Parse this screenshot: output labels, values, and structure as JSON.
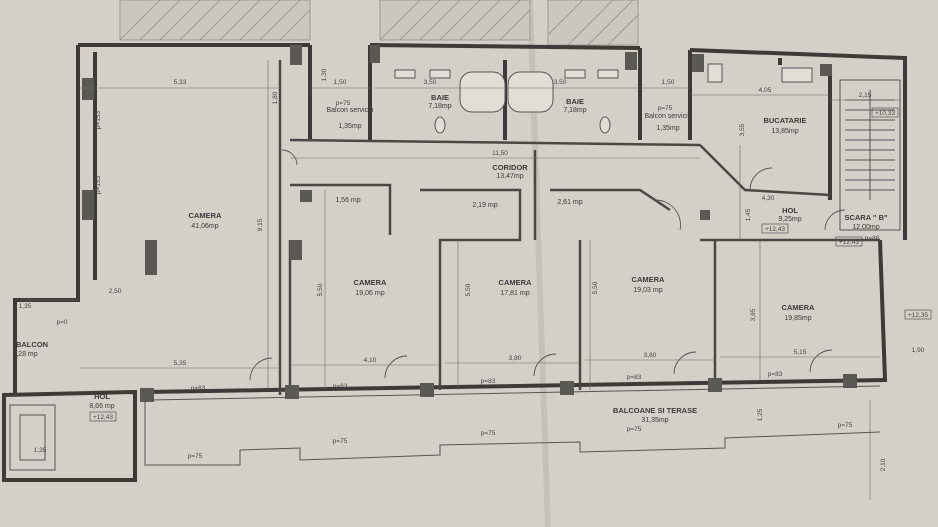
{
  "rooms": [
    {
      "id": "camera1",
      "name": "CAMERA",
      "area": "41,06mp"
    },
    {
      "id": "balcon-serviciu1",
      "name": "Balcon serviciu",
      "area": "1,35mp"
    },
    {
      "id": "baie1",
      "name": "BAIE",
      "area": "7,18mp"
    },
    {
      "id": "baie2",
      "name": "BAIE",
      "area": "7,18mp"
    },
    {
      "id": "balcon-serviciu2",
      "name": "Balcon serviciu",
      "area": "1,35mp"
    },
    {
      "id": "bucatarie",
      "name": "BUCATARIE",
      "area": "13,85mp"
    },
    {
      "id": "coridor",
      "name": "CORIDOR",
      "area": "13,47mp"
    },
    {
      "id": "hol1",
      "name": "HOL",
      "area": "9,25mp"
    },
    {
      "id": "scara",
      "name": "SCARA \" B\"",
      "area": "12,00mp"
    },
    {
      "id": "camera2",
      "name": "CAMERA",
      "area": "19,06 mp"
    },
    {
      "id": "camera3",
      "name": "CAMERA",
      "area": "17,81 mp"
    },
    {
      "id": "camera4",
      "name": "CAMERA",
      "area": "19,03 mp"
    },
    {
      "id": "camera5",
      "name": "CAMERA",
      "area": "19,85mp"
    },
    {
      "id": "balcon",
      "name": "BALCON",
      "area": "3,28 mp"
    },
    {
      "id": "hol2",
      "name": "HOL",
      "area": "8,66 mp"
    },
    {
      "id": "balcoane",
      "name": "BALCOANE SI TERASE",
      "area": "31,35mp"
    },
    {
      "id": "closet1",
      "name": "",
      "area": "1,56 mp"
    },
    {
      "id": "closet2",
      "name": "",
      "area": "2,19 mp"
    },
    {
      "id": "closet3",
      "name": "",
      "area": "2,61 mp"
    }
  ],
  "dimensions": {
    "top": [
      "5,33",
      "1,50",
      "3,50",
      "3,50",
      "1,50",
      "4,05",
      "2,15"
    ],
    "bottom": [
      "5,35",
      "4,10",
      "3,80",
      "3,80",
      "5,15",
      "1,90"
    ],
    "coridor_length": "11,50",
    "heights": [
      "9,15",
      "5,50",
      "5,50",
      "5,50",
      "3,95",
      "3,55",
      "1,45",
      "4,30",
      "2,50",
      "1,35",
      "1,35",
      "1,25",
      "1,30",
      "1,80",
      "2,10"
    ]
  },
  "window_labels": [
    "p=153",
    "p=153",
    "p=75",
    "p=75",
    "p=83",
    "p=83",
    "p=83",
    "p=83",
    "p=83",
    "p=75",
    "p=75",
    "p=75",
    "p=75",
    "p=75",
    "p=88"
  ],
  "levels": [
    "+12,43",
    "+12,43",
    "+12,43",
    "+10,33",
    "+12,35"
  ],
  "misc_labels": [
    "p=0"
  ]
}
